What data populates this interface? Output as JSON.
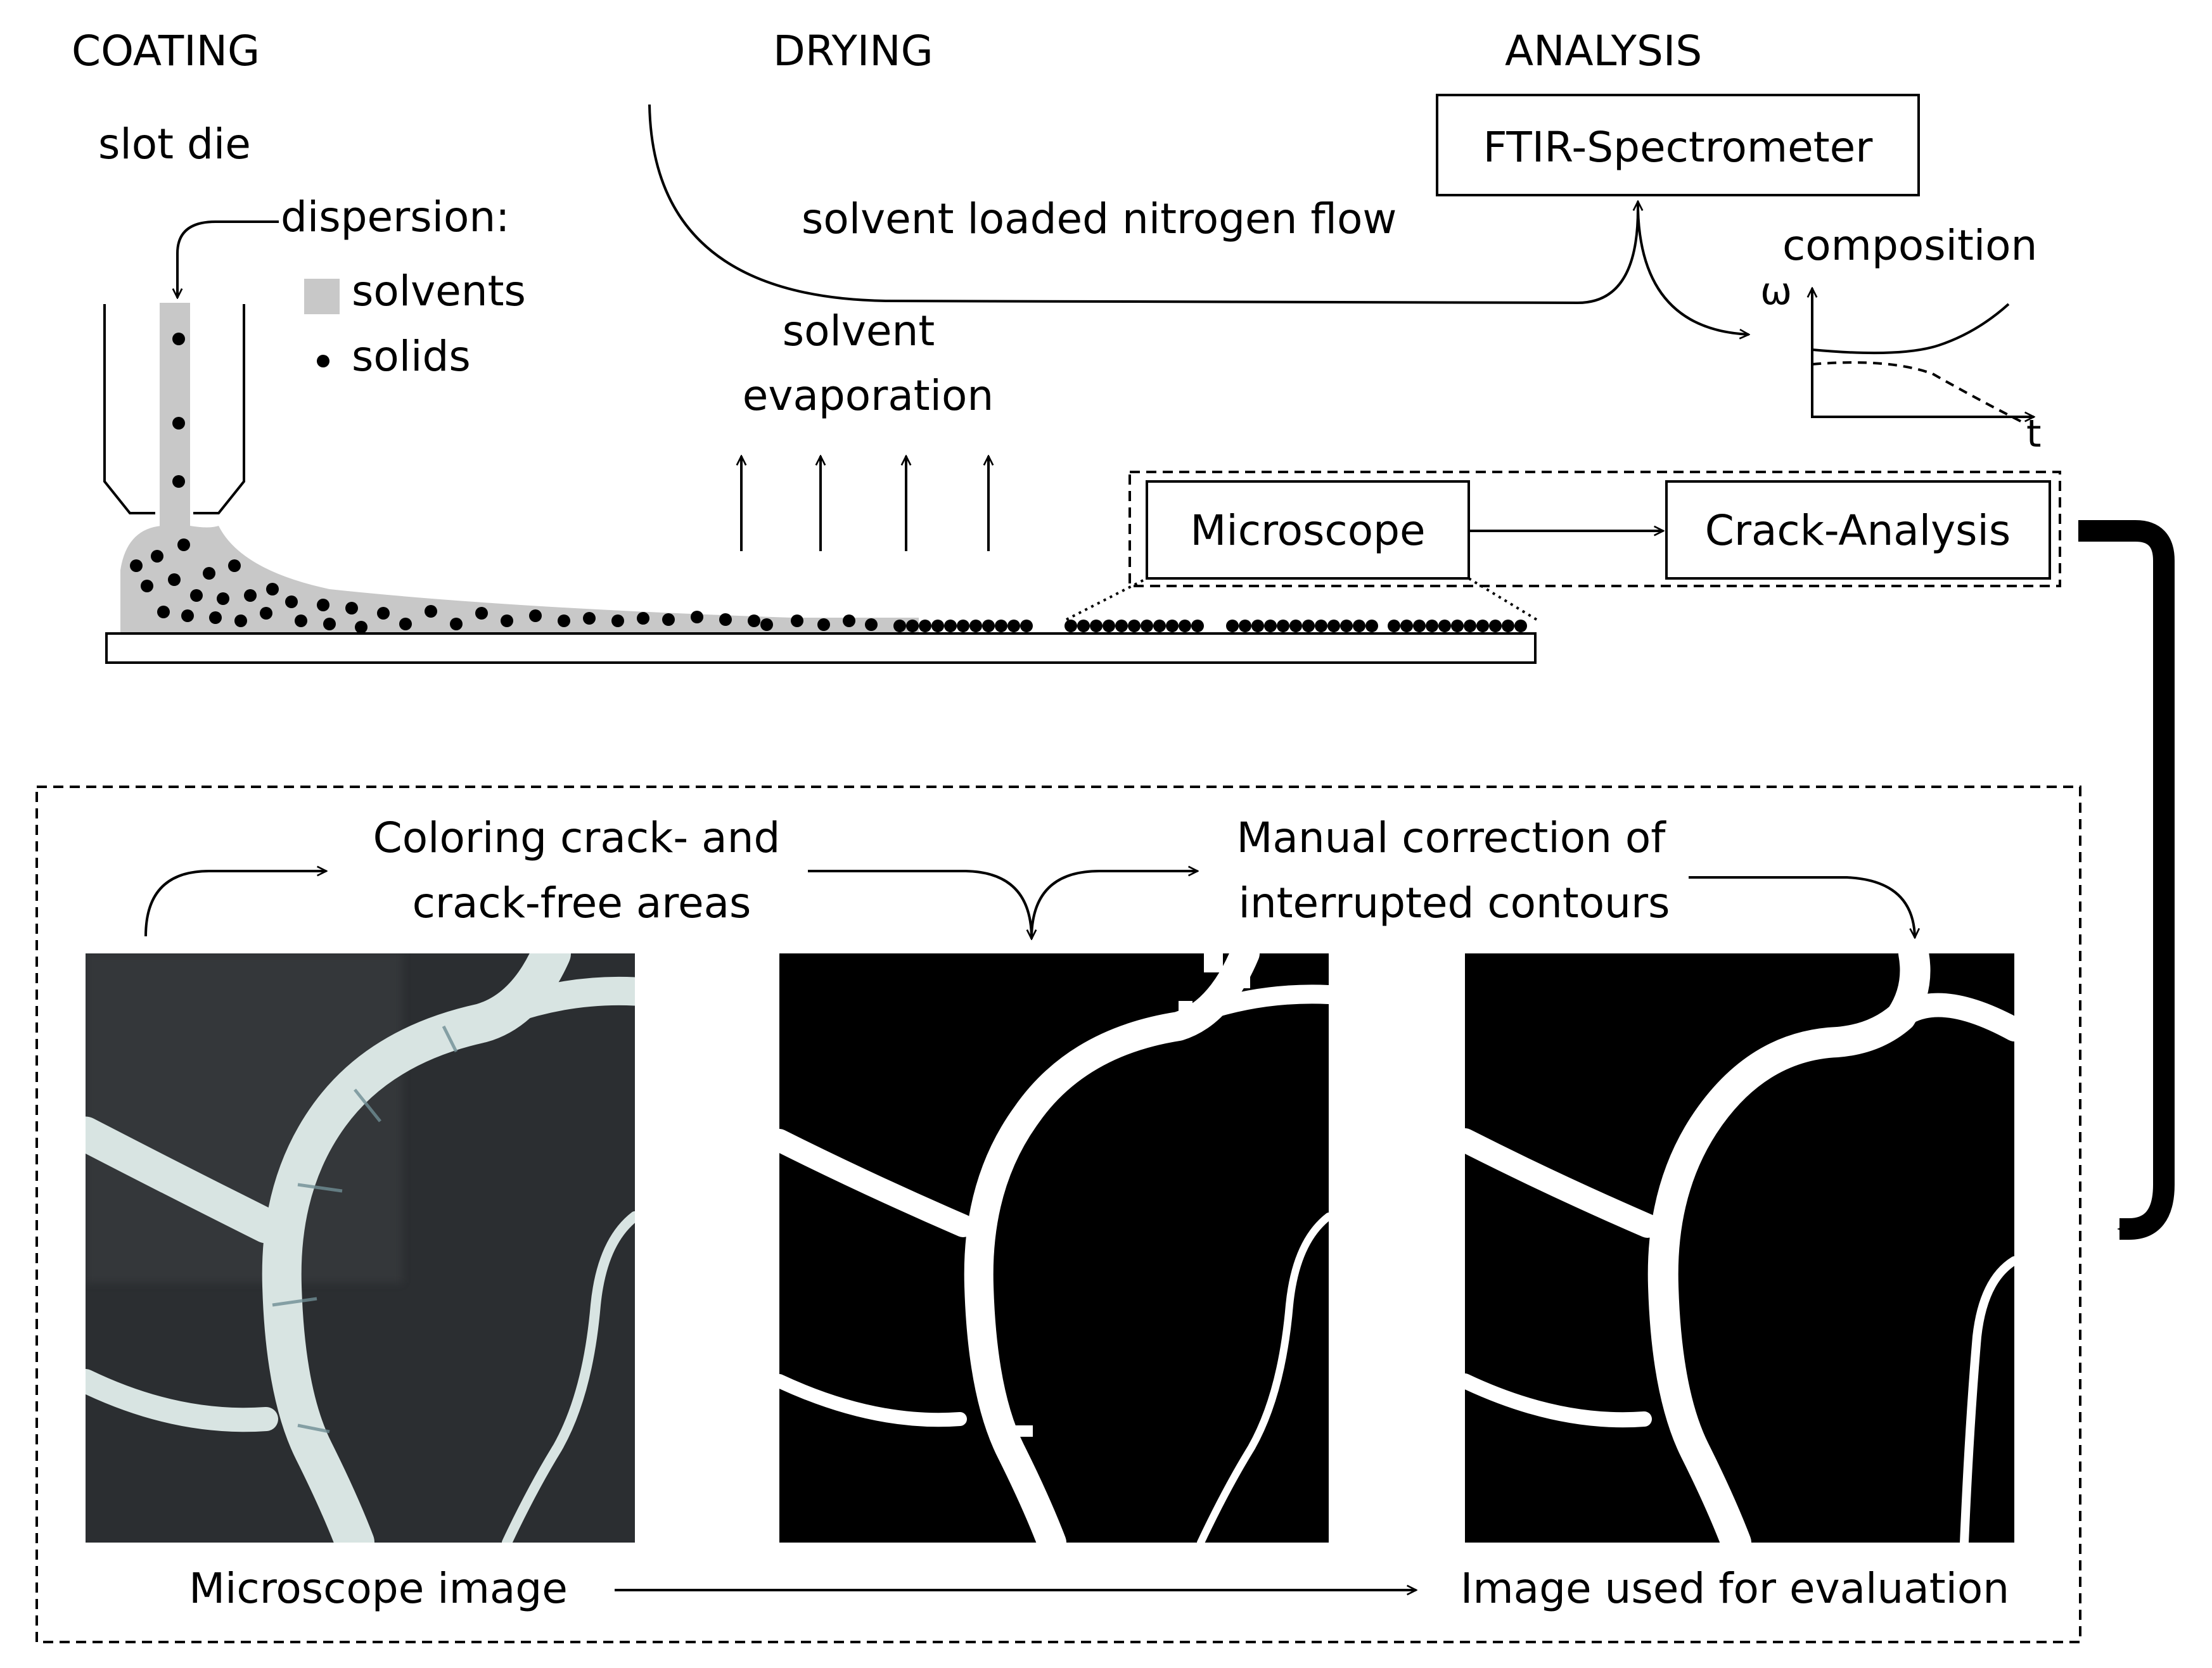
{
  "headings": {
    "coating": "COATING",
    "drying": "DRYING",
    "analysis": "ANALYSIS"
  },
  "coating": {
    "slot_die_label": "slot die",
    "dispersion_label": "dispersion:",
    "legend_solvents": "solvents",
    "legend_solids": "solids"
  },
  "drying": {
    "evaporation_line1": "solvent",
    "evaporation_line2": "evaporation",
    "flow_label": "solvent loaded nitrogen flow"
  },
  "analysis": {
    "spectrometer_label": "FTIR-Spectrometer",
    "composition_label": "composition",
    "y_axis_symbol": "ω",
    "x_axis_symbol": "t",
    "microscope_label": "Microscope",
    "crack_analysis_label": "Crack-Analysis"
  },
  "processing": {
    "step1_line1": "Coloring crack- and",
    "step1_line2": "crack-free areas",
    "step2_line1": "Manual correction of",
    "step2_line2": "interrupted contours",
    "input_caption": "Microscope image",
    "output_caption": "Image used for evaluation"
  },
  "colors": {
    "ink": "#000000",
    "solvent_fill": "#c8c8c8",
    "micro_background": "#2b2e31",
    "micro_crack": "#d8e4e2",
    "binary_background": "#000000",
    "binary_crack": "#ffffff"
  }
}
